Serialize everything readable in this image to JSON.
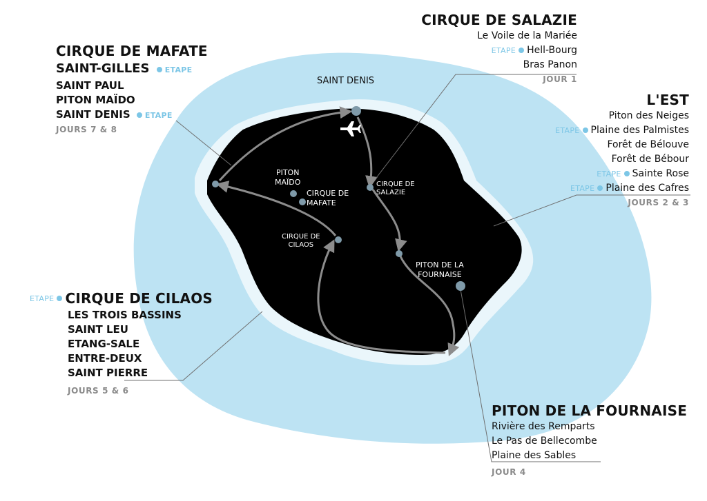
{
  "colors": {
    "sea": "#bde3f3",
    "reef": "#eaf6fb",
    "island": "#000000",
    "route": "#8c8c8c",
    "stop": "#7f9aa9",
    "etape": "#7cc6e6",
    "days": "#8a8a8a"
  },
  "etape_label": "ETAPE",
  "map_labels": {
    "saint_denis": "SAINT DENIS",
    "piton_maido": "PITON\nMAÏDO",
    "cirque_mafate": "CIRQUE DE\nMAFATE",
    "cirque_salazie": "CIRQUE DE\nSALAZIE",
    "cirque_cilaos": "CIRQUE DE\nCILAOS",
    "piton_fournaise": "PITON DE LA\nFOURNAISE"
  },
  "icons": {
    "airport": "airplane-icon"
  },
  "sections": {
    "mafate": {
      "title": "CIRQUE DE MAFATE",
      "lines": [
        "SAINT-GILLES",
        "SAINT PAUL",
        "PITON MAÏDO",
        "SAINT DENIS"
      ],
      "days": "JOURS 7 & 8"
    },
    "salazie": {
      "title": "CIRQUE DE SALAZIE",
      "lines": [
        "Le Voile de la Mariée",
        "Hell-Bourg",
        "Bras Panon"
      ],
      "days": "JOUR 1"
    },
    "est": {
      "title": "L'EST",
      "lines": [
        "Piton des Neiges",
        "Plaine des Palmistes",
        "Forêt de Bélouve",
        "Forêt de Bébour",
        "Sainte Rose",
        "Plaine des Cafres"
      ],
      "days": "JOURS 2 & 3"
    },
    "cilaos": {
      "title": "CIRQUE DE CILAOS",
      "lines": [
        "LES TROIS BASSINS",
        "SAINT LEU",
        "ETANG-SALE",
        "ENTRE-DEUX",
        "SAINT PIERRE"
      ],
      "days": "JOURS 5 & 6"
    },
    "fournaise": {
      "title": "PITON DE LA FOURNAISE",
      "lines": [
        "Rivière des Remparts",
        "Le Pas de Bellecombe",
        "Plaine des Sables"
      ],
      "days": "JOUR 4"
    }
  }
}
